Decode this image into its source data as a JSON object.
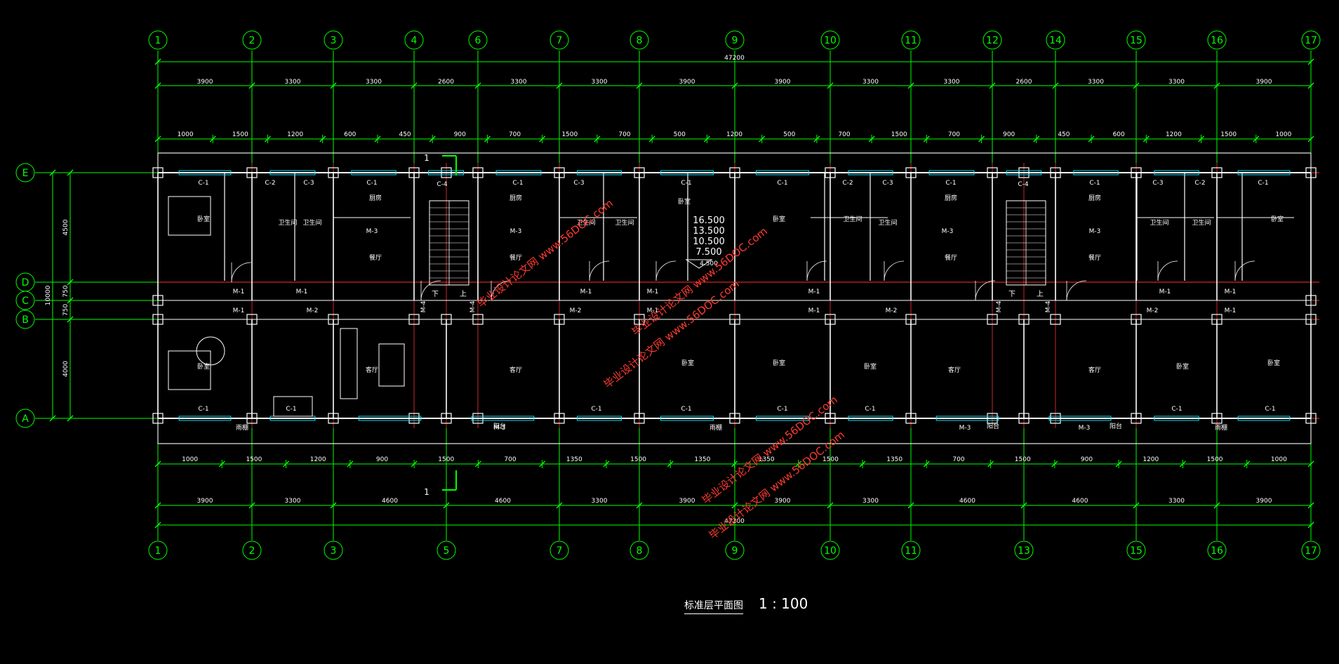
{
  "drawing": {
    "title": "标准层平面图",
    "scale": "1 : 100",
    "colors": {
      "background": "#000000",
      "grid": "#00ff00",
      "axis": "#ff3030",
      "wall": "#ffffff",
      "window": "#00e5ff",
      "watermark": "#ff3b30"
    },
    "grid_top": [
      "1",
      "2",
      "3",
      "4",
      "6",
      "7",
      "8",
      "9",
      "10",
      "11",
      "12",
      "14",
      "15",
      "16",
      "17"
    ],
    "grid_bottom": [
      "1",
      "2",
      "3",
      "5",
      "7",
      "8",
      "9",
      "10",
      "11",
      "13",
      "15",
      "16",
      "17"
    ],
    "grid_rows": [
      "E",
      "D",
      "C",
      "B",
      "A"
    ],
    "overall_top": "47200",
    "overall_bottom": "47200",
    "dims_top_bays": [
      "3900",
      "3300",
      "3300",
      "2600",
      "3300",
      "3300",
      "3900",
      "3900",
      "3300",
      "3300",
      "2600",
      "3300",
      "3300",
      "3900"
    ],
    "dims_top_detail": [
      "1000",
      "1500",
      "1200",
      "600",
      "450",
      "900",
      "700",
      "1500",
      "700",
      "500",
      "1200",
      "500",
      "700",
      "1500",
      "700",
      "900",
      "450",
      "600",
      "1200",
      "1500",
      "1000"
    ],
    "dims_bottom_bays": [
      "3900",
      "3300",
      "4600",
      "4600",
      "3300",
      "3900",
      "3900",
      "3300",
      "4600",
      "4600",
      "3300",
      "3900"
    ],
    "dims_bottom_detail": [
      "1000",
      "1500",
      "1200",
      "900",
      "1500",
      "700",
      "1350",
      "1500",
      "1350",
      "1350",
      "1500",
      "1350",
      "700",
      "1500",
      "900",
      "1200",
      "1500",
      "1000"
    ],
    "dims_left": [
      "4500",
      "750",
      "750",
      "4000",
      "10000"
    ],
    "room_labels": {
      "bedroom": "卧室",
      "kitchen": "厨房",
      "bathroom": "卫生间",
      "dining": "餐厅",
      "living": "客厅",
      "balcony": "阳台",
      "eaves": "雨棚"
    },
    "door_tags": [
      "M-1",
      "M-2",
      "M-3",
      "M-4"
    ],
    "window_tags": [
      "C-1",
      "C-2",
      "C-3",
      "C-4"
    ],
    "level_tags": [
      "16.500",
      "13.500",
      "10.500",
      "7.500",
      "4.500"
    ],
    "stair_tags": {
      "down": "下",
      "up": "上",
      "section": "1"
    },
    "watermark": "毕业设计论文网 www.56DOC.com"
  }
}
